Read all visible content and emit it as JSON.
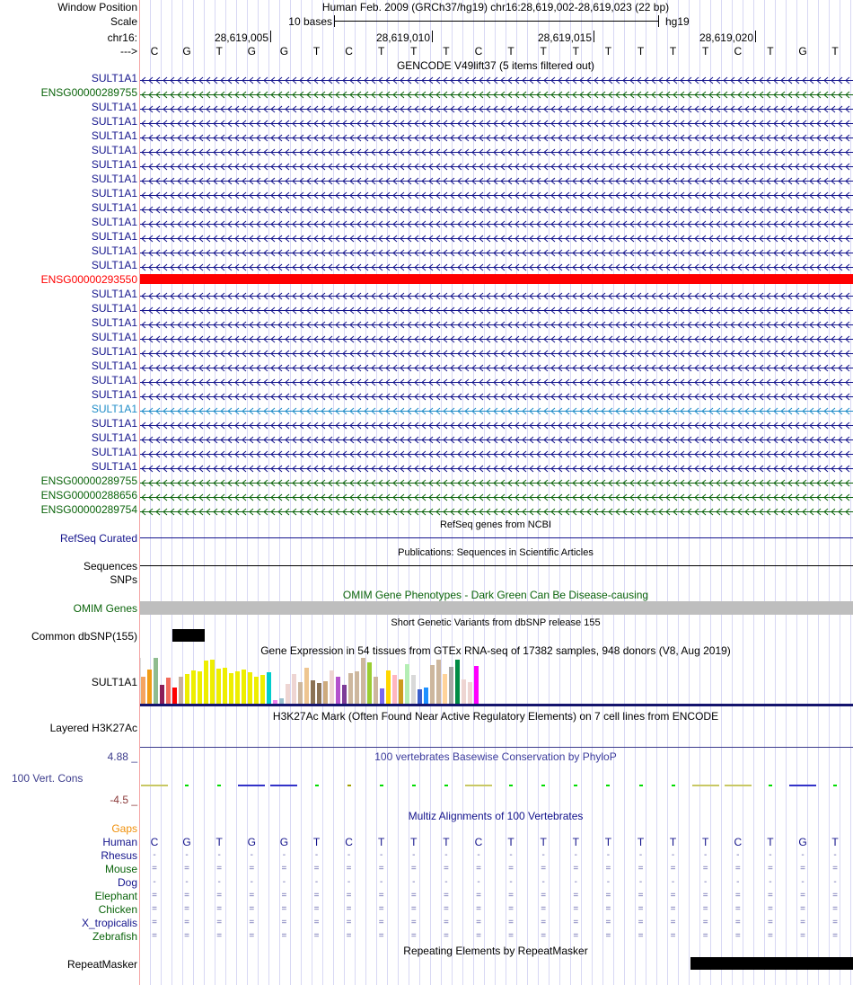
{
  "header": {
    "window_position_label": "Window Position",
    "window_position_value": "Human Feb. 2009 (GRCh37/hg19)   chr16:28,619,002-28,619,023 (22 bp)",
    "scale_label": "Scale",
    "scale_text": "10 bases",
    "assembly": "hg19",
    "chrom_label": "chr16:",
    "positions": [
      "28,619,005",
      "28,619,010",
      "28,619,015",
      "28,619,020"
    ],
    "strand_label": "--->",
    "bases": [
      "C",
      "G",
      "T",
      "G",
      "G",
      "T",
      "C",
      "T",
      "T",
      "T",
      "C",
      "T",
      "T",
      "T",
      "T",
      "T",
      "T",
      "T",
      "C",
      "T",
      "G",
      "T"
    ]
  },
  "gencode": {
    "title": "GENCODE V49lift37 (5 items filtered out)",
    "rows": [
      {
        "label": "SULT1A1",
        "color": "navy"
      },
      {
        "label": "ENSG00000289755",
        "color": "green"
      },
      {
        "label": "SULT1A1",
        "color": "navy"
      },
      {
        "label": "SULT1A1",
        "color": "navy"
      },
      {
        "label": "SULT1A1",
        "color": "navy"
      },
      {
        "label": "SULT1A1",
        "color": "navy"
      },
      {
        "label": "SULT1A1",
        "color": "navy"
      },
      {
        "label": "SULT1A1",
        "color": "navy"
      },
      {
        "label": "SULT1A1",
        "color": "navy"
      },
      {
        "label": "SULT1A1",
        "color": "navy"
      },
      {
        "label": "SULT1A1",
        "color": "navy"
      },
      {
        "label": "SULT1A1",
        "color": "navy"
      },
      {
        "label": "SULT1A1",
        "color": "navy"
      },
      {
        "label": "SULT1A1",
        "color": "navy"
      },
      {
        "label": "ENSG00000293550",
        "color": "red"
      },
      {
        "label": "SULT1A1",
        "color": "navy"
      },
      {
        "label": "SULT1A1",
        "color": "navy"
      },
      {
        "label": "SULT1A1",
        "color": "navy"
      },
      {
        "label": "SULT1A1",
        "color": "navy"
      },
      {
        "label": "SULT1A1",
        "color": "navy"
      },
      {
        "label": "SULT1A1",
        "color": "navy"
      },
      {
        "label": "SULT1A1",
        "color": "navy"
      },
      {
        "label": "SULT1A1",
        "color": "navy"
      },
      {
        "label": "SULT1A1",
        "color": "lblue"
      },
      {
        "label": "SULT1A1",
        "color": "navy"
      },
      {
        "label": "SULT1A1",
        "color": "navy"
      },
      {
        "label": "SULT1A1",
        "color": "navy"
      },
      {
        "label": "SULT1A1",
        "color": "navy"
      },
      {
        "label": "ENSG00000289755",
        "color": "green"
      },
      {
        "label": "ENSG00000288656",
        "color": "green"
      },
      {
        "label": "ENSG00000289754",
        "color": "green"
      }
    ]
  },
  "refseq": {
    "title": "RefSeq genes from NCBI",
    "label": "RefSeq Curated"
  },
  "pubs": {
    "title": "Publications: Sequences in Scientific Articles",
    "label_sequences": "Sequences",
    "label_snps": "SNPs"
  },
  "omim": {
    "title": "OMIM Gene Phenotypes - Dark Green Can Be Disease-causing",
    "label": "OMIM Genes"
  },
  "dbsnp": {
    "title": "Short Genetic Variants from dbSNP release 155",
    "label": "Common dbSNP(155)"
  },
  "gtex": {
    "title": "Gene Expression in 54 tissues from GTEx RNA-seq of 17382 samples, 948 donors (V8, Aug 2019)",
    "label": "SULT1A1",
    "values": [
      89,
      114,
      152,
      62,
      86,
      53,
      89,
      98,
      110,
      107,
      143,
      146,
      116,
      119,
      101,
      107,
      113,
      104,
      89,
      95,
      104,
      11,
      17,
      65,
      98,
      71,
      119,
      77,
      68,
      74,
      110,
      89,
      62,
      101,
      107,
      152,
      137,
      89,
      50,
      110,
      95,
      80,
      131,
      95,
      47,
      53,
      128,
      146,
      98,
      122,
      146,
      80,
      71,
      125
    ],
    "colors": [
      "#f4a460",
      "#f09c14",
      "#8fbc8f",
      "#8b1e5a",
      "#f26b5b",
      "#ff0000",
      "#c8b09c",
      "#eeee00",
      "#eeee00",
      "#eeee00",
      "#eeee00",
      "#eeee00",
      "#eeee00",
      "#eeee00",
      "#eeee00",
      "#eeee00",
      "#eeee00",
      "#eeee00",
      "#eeee00",
      "#eeee00",
      "#00cdcd",
      "#ee82ee",
      "#9ac0cd",
      "#eed5d2",
      "#eed5d2",
      "#cdb79e",
      "#eec591",
      "#8b7355",
      "#8b7355",
      "#cdaa7d",
      "#eed5d2",
      "#b452cd",
      "#7d3c98",
      "#cdb79e",
      "#cdb79e",
      "#cdb79e",
      "#9acd32",
      "#cdb79e",
      "#7b68ee",
      "#ffd700",
      "#ffb6c1",
      "#cd9b1d",
      "#b4eeb4",
      "#d9d9d9",
      "#3a5fcd",
      "#1e90ff",
      "#cdb79e",
      "#cdb79e",
      "#ffd39b",
      "#a6a6a6",
      "#008b45",
      "#eed5d2",
      "#eed5d2",
      "#ff00ff"
    ]
  },
  "h3k27ac": {
    "title": "H3K27Ac Mark (Often Found Near Active Regulatory Elements) on 7 cell lines from ENCODE",
    "label": "Layered H3K27Ac"
  },
  "phylop": {
    "title": "100 vertebrates Basewise Conservation by PhyloP",
    "label": "100 Vert. Cons",
    "ymax": "4.88 _",
    "ymin": "-4.5 _",
    "mark_colors": [
      "#c8c864",
      "#00dd00",
      "#00dd00",
      "#3232c8",
      "#3232c8",
      "#00dd00",
      "#a0a000",
      "#00dd00",
      "#00dd00",
      "#00dd00",
      "#c8c864",
      "#00dd00",
      "#00dd00",
      "#00dd00",
      "#00dd00",
      "#00dd00",
      "#00dd00",
      "#c8c864",
      "#c8c864",
      "#00dd00",
      "#3232c8",
      "#00dd00"
    ]
  },
  "multiz": {
    "title": "Multiz Alignments of 100 Vertebrates",
    "gaps_label": "Gaps",
    "species": [
      {
        "name": "Human",
        "color": "navy",
        "symbol": ""
      },
      {
        "name": "Rhesus",
        "color": "navy",
        "symbol": "-"
      },
      {
        "name": "Mouse",
        "color": "green",
        "symbol": "="
      },
      {
        "name": "Dog",
        "color": "navy",
        "symbol": "-"
      },
      {
        "name": "Elephant",
        "color": "green",
        "symbol": "="
      },
      {
        "name": "Chicken",
        "color": "green",
        "symbol": "="
      },
      {
        "name": "X_tropicalis",
        "color": "navy",
        "symbol": "="
      },
      {
        "name": "Zebrafish",
        "color": "green",
        "symbol": "="
      }
    ]
  },
  "repeatmasker": {
    "title": "Repeating Elements by RepeatMasker",
    "label": "RepeatMasker"
  }
}
